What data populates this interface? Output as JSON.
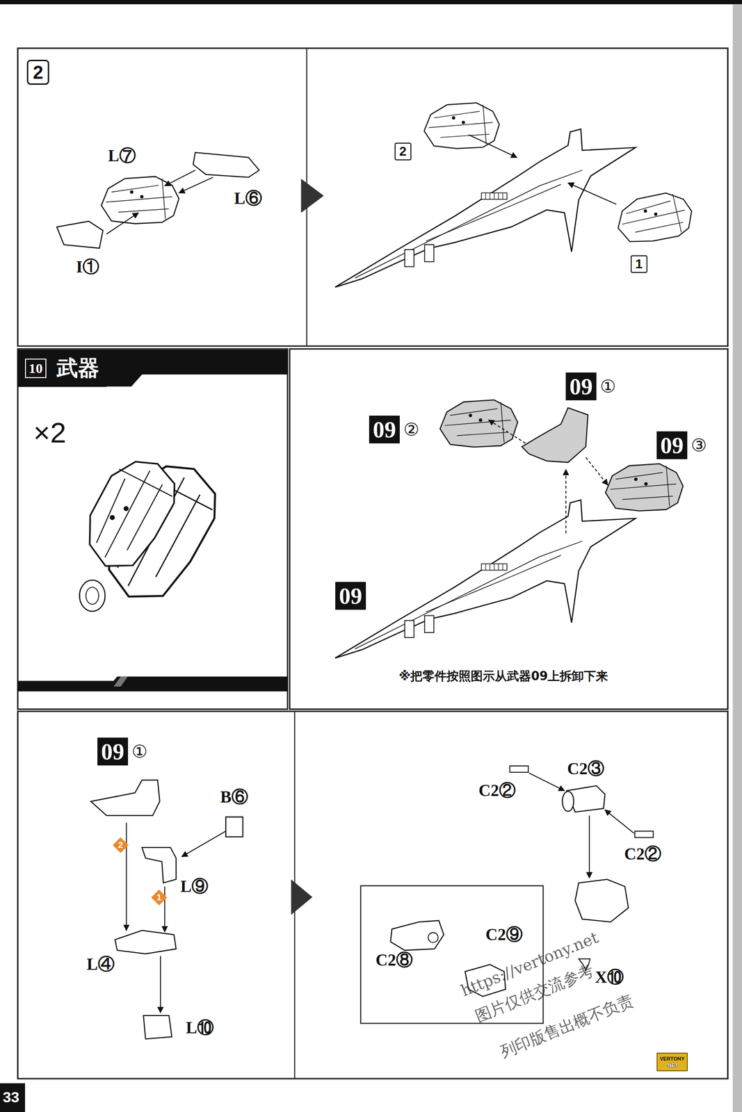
{
  "diagram": {
    "nodes": [
      {
        "text": [
          "2"
        ]
      },
      {
        "text": [
          "2"
        ]
      },
      {
        "text": [
          "1"
        ]
      },
      {
        "text": [
          "10",
          "武器"
        ]
      },
      {
        "text": [
          "09",
          "①"
        ]
      },
      {
        "text": [
          "09",
          "②"
        ]
      },
      {
        "text": [
          "09",
          "③"
        ]
      },
      {
        "text": [
          "09"
        ]
      },
      {
        "text": [
          "09",
          "①"
        ]
      },
      {
        "text": [
          "2"
        ]
      },
      {
        "text": [
          "1"
        ]
      },
      {
        "text": [
          "VERTONY",
          ".NET"
        ]
      },
      {
        "text": [
          "33"
        ]
      }
    ],
    "labels": [
      "L⑦",
      "L⑥",
      "I①",
      "×2",
      "※把零件按照图示从武器09上拆卸下来",
      "B⑥",
      "L⑨",
      "L④",
      "L⑩",
      "C2②",
      "C2③",
      "C2②",
      "C2⑧",
      "C2⑨",
      "X⑩",
      "https://vertony.net",
      "图片仅供交流参考，",
      "列印版售出概不负责"
    ]
  }
}
